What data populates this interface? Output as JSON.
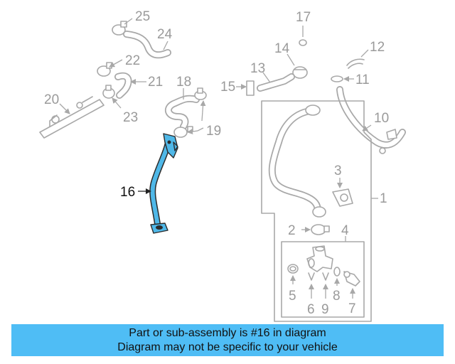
{
  "diagram": {
    "highlighted_part": "16",
    "callouts": [
      "1",
      "2",
      "3",
      "4",
      "5",
      "6",
      "7",
      "8",
      "9",
      "10",
      "11",
      "12",
      "13",
      "14",
      "15",
      "16",
      "17",
      "18",
      "19",
      "20",
      "21",
      "22",
      "23",
      "24",
      "25"
    ]
  },
  "banner": {
    "line1": "Part or sub-assembly is #16 in diagram",
    "line2": "Diagram may not be specific to your vehicle"
  },
  "colors": {
    "highlight": "#4fb8e8",
    "banner": "#4fbdf5",
    "line_art": "#a8a8a8"
  }
}
